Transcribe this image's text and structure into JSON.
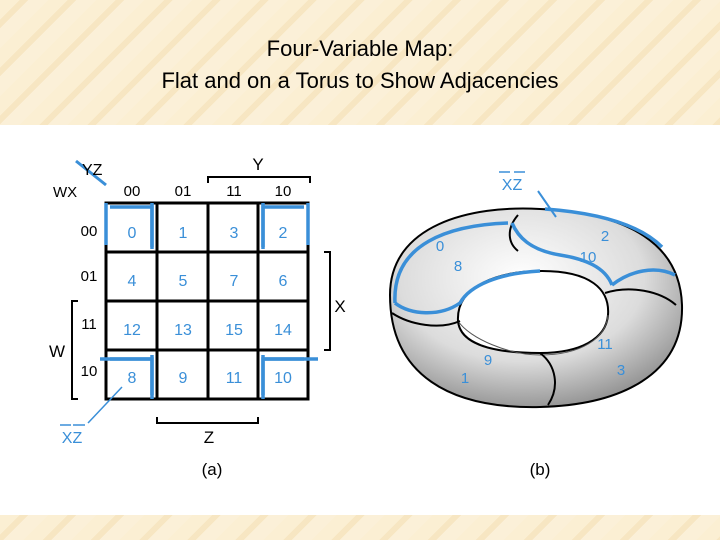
{
  "title": {
    "line1": "Four-Variable Map:",
    "line2": "Flat and on a Torus to Show Adjacencies"
  },
  "kmap": {
    "corner_top": "YZ",
    "corner_left": "WX",
    "col_headers": [
      "00",
      "01",
      "11",
      "10"
    ],
    "row_headers": [
      "00",
      "01",
      "11",
      "10"
    ],
    "cells": [
      [
        "0",
        "1",
        "3",
        "2"
      ],
      [
        "4",
        "5",
        "7",
        "6"
      ],
      [
        "12",
        "13",
        "15",
        "14"
      ],
      [
        "8",
        "9",
        "11",
        "10"
      ]
    ],
    "label_y": "Y",
    "label_x": "X",
    "label_w": "W",
    "label_z": "Z",
    "label_xz": "XZ",
    "caption": "(a)"
  },
  "torus": {
    "label_xz": "XZ",
    "numbers": [
      "0",
      "8",
      "2",
      "10",
      "9",
      "1",
      "11",
      "3"
    ],
    "caption": "(b)"
  },
  "colors": {
    "accent": "#3a8fd8",
    "cell_text": "#3a8fd8",
    "background": "#fbf0d6"
  }
}
